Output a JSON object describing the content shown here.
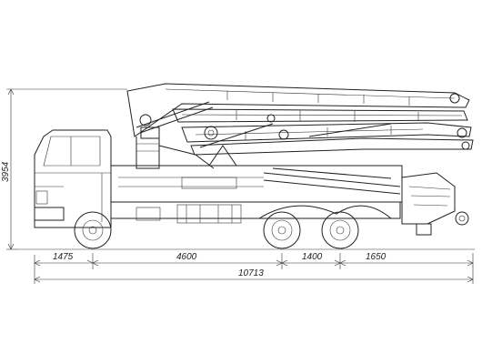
{
  "dimensions": {
    "height_total": "3954",
    "cab_overhang": "1475",
    "wheelbase_front": "4600",
    "axle_spacing": "1400",
    "rear_overhang": "1650",
    "length_total": "10713"
  }
}
